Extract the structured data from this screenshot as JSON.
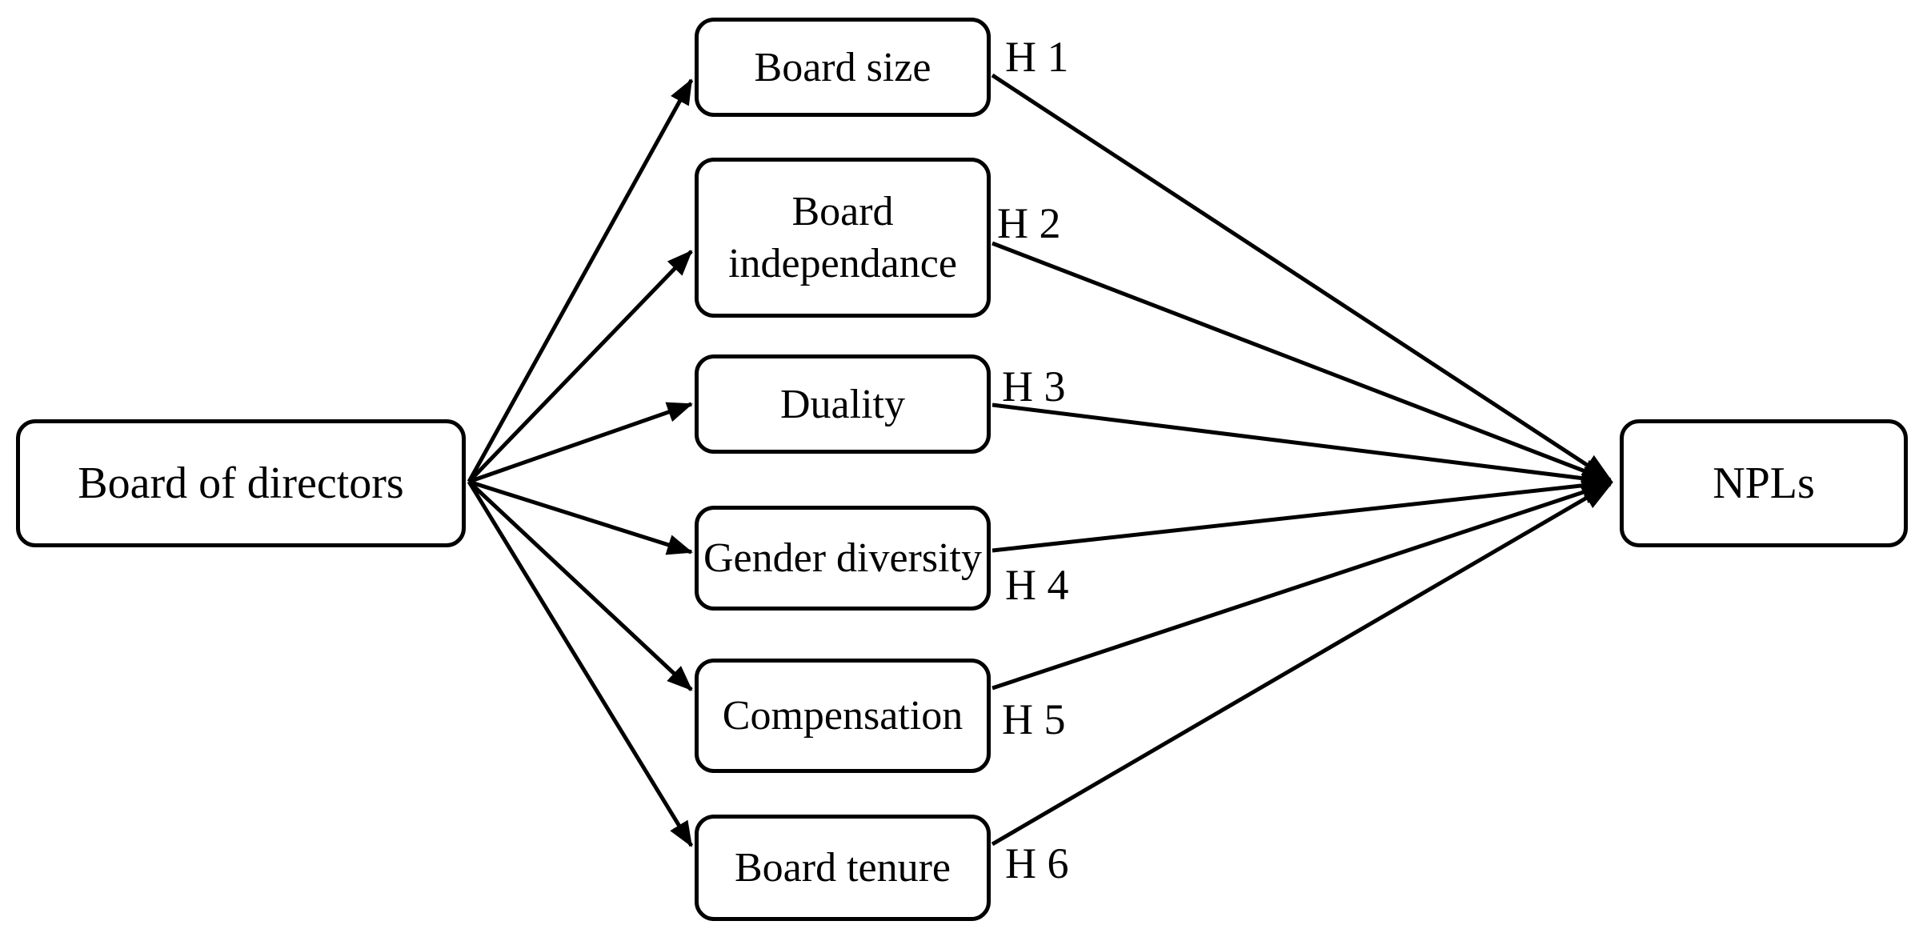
{
  "diagram": {
    "colors": {
      "background": "#ffffff",
      "line": "#000000",
      "text": "#000000"
    },
    "source_node": {
      "label": "Board of directors"
    },
    "target_node": {
      "label": "NPLs"
    },
    "mediators": [
      {
        "label": "Board size",
        "hypothesis": "H 1"
      },
      {
        "label": "Board independance",
        "hypothesis": "H 2"
      },
      {
        "label": "Duality",
        "hypothesis": "H 3"
      },
      {
        "label": "Gender diversity",
        "hypothesis": "H 4"
      },
      {
        "label": "Compensation",
        "hypothesis": "H 5"
      },
      {
        "label": "Board tenure",
        "hypothesis": "H 6"
      }
    ]
  }
}
